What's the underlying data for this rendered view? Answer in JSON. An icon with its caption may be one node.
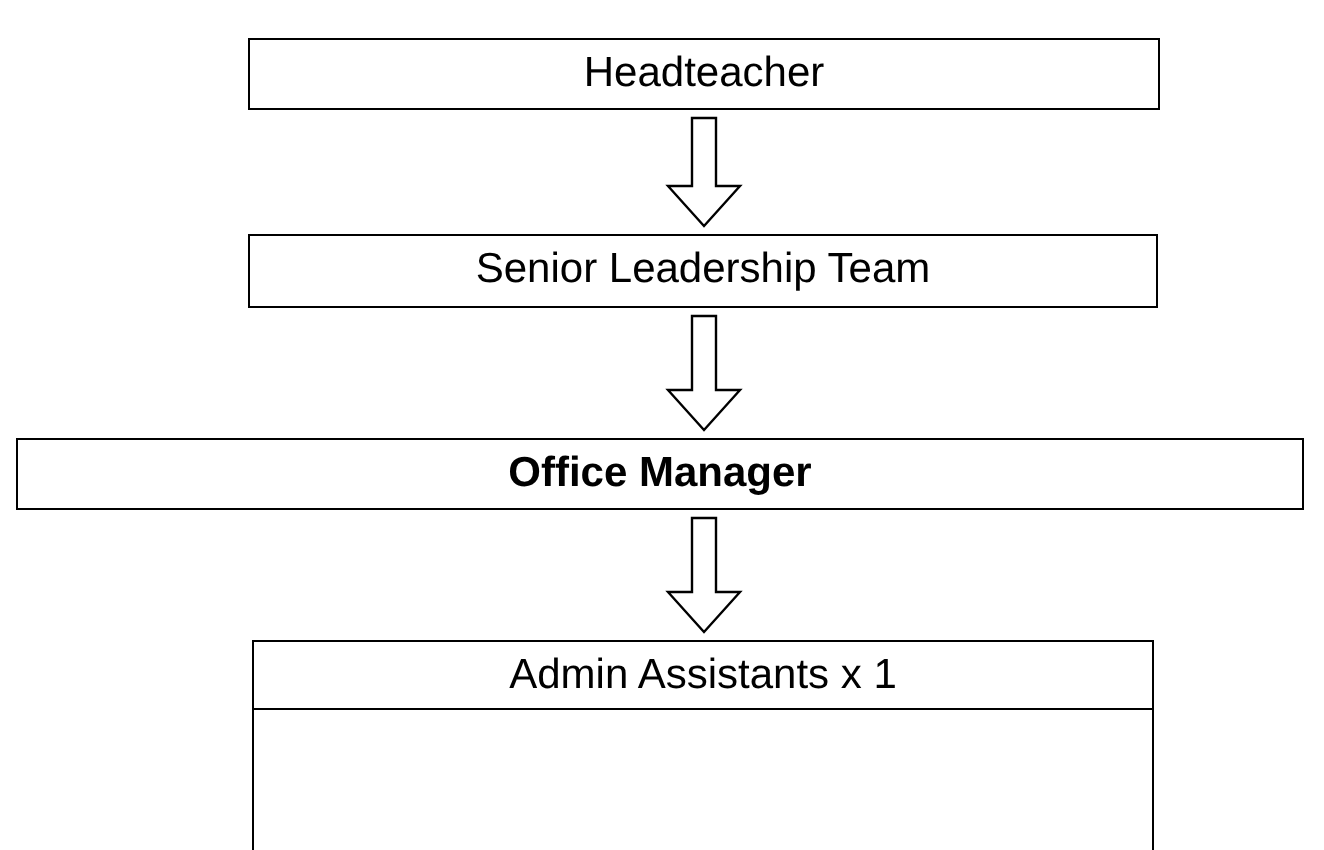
{
  "diagram": {
    "nodes": [
      {
        "text": [
          "Headteacher"
        ]
      },
      {
        "text": [
          "Senior Leadership Team"
        ]
      },
      {
        "text": [
          "Office Manager"
        ]
      },
      {
        "text": [
          "Admin Assistants x 1"
        ]
      }
    ],
    "edges": [
      {
        "from": 0,
        "to": 1,
        "arrow": "to"
      },
      {
        "from": 1,
        "to": 2,
        "arrow": "to"
      },
      {
        "from": 2,
        "to": 3,
        "arrow": "to"
      }
    ]
  }
}
